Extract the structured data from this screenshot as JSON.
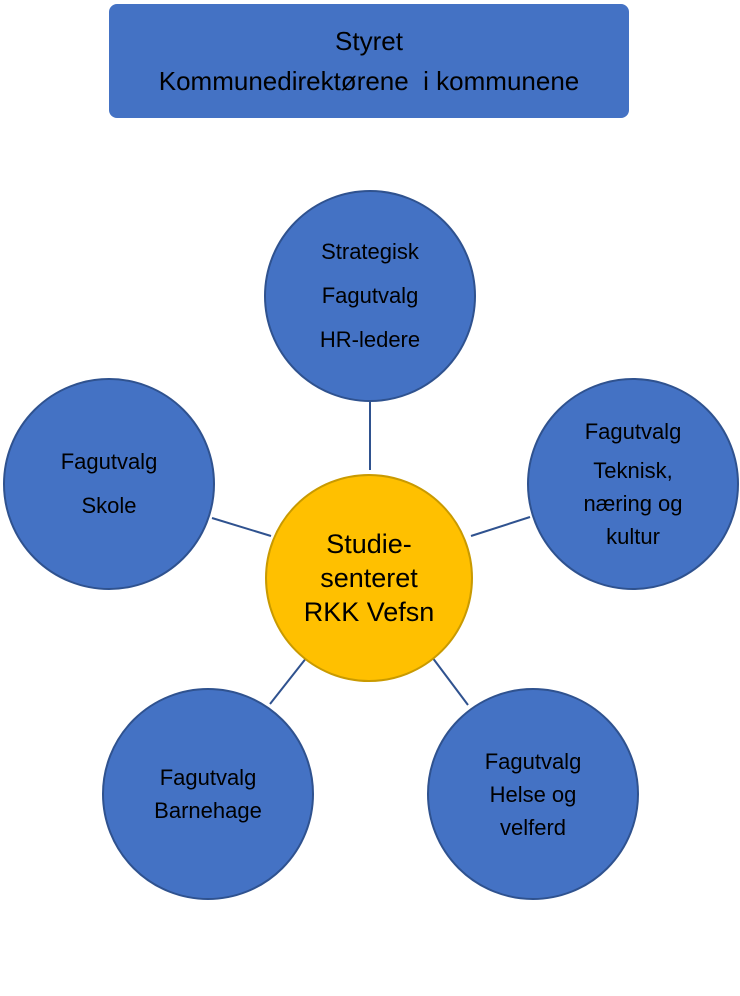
{
  "board": {
    "line1": "Styret",
    "line2": "Kommunedirektørene  i kommunene"
  },
  "center": {
    "lines": [
      "Studie-",
      "senteret",
      "RKK Vefsn"
    ]
  },
  "nodes": {
    "strategisk": {
      "lines": [
        "Strategisk",
        "Fagutvalg",
        "HR-ledere"
      ]
    },
    "teknisk": {
      "lines": [
        "Fagutvalg",
        "Teknisk,",
        "næring og",
        "kultur"
      ]
    },
    "skole": {
      "lines": [
        "Fagutvalg",
        "Skole"
      ]
    },
    "barnehage": {
      "lines": [
        "Fagutvalg",
        "Barnehage"
      ]
    },
    "helse": {
      "lines": [
        "Fagutvalg",
        "Helse og",
        "velferd"
      ]
    }
  },
  "colors": {
    "board_fill": "#4472c4",
    "node_fill": "#4472c4",
    "center_fill": "#ffc000",
    "connector": "#2f528f"
  }
}
